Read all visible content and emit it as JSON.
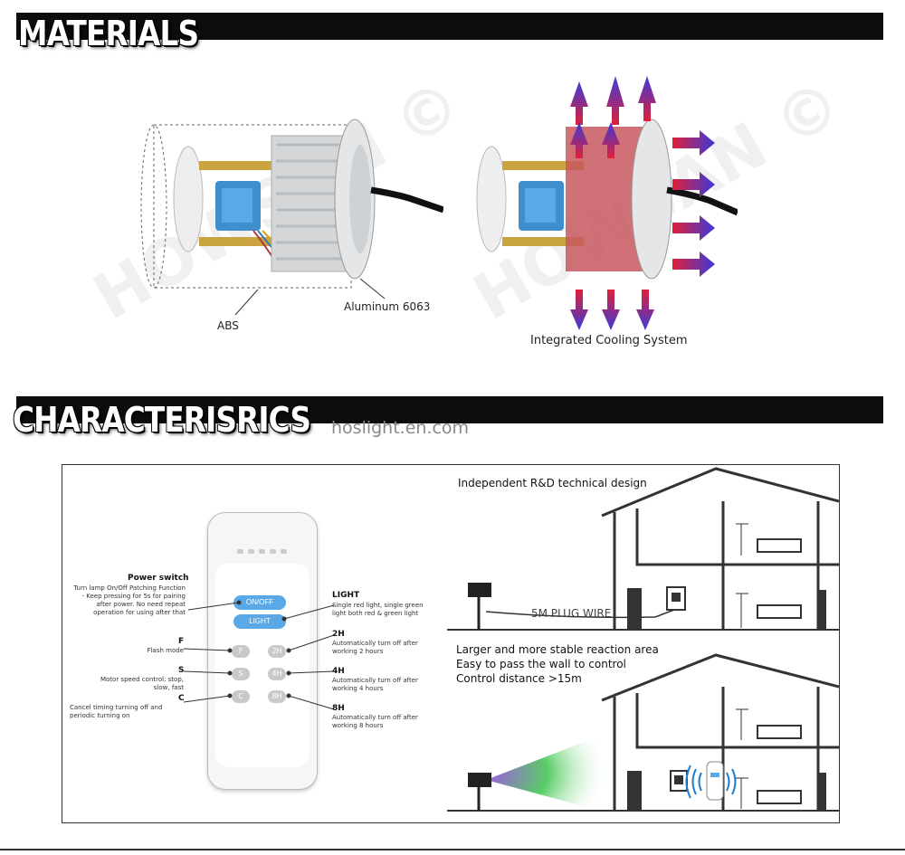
{
  "sections": {
    "materials_title": "MATERIALS",
    "characteristics_title": "CHARACTERISRICS",
    "website": "hoslight.en.com"
  },
  "watermark": {
    "brand": "HOWSAN",
    "symbol": "©"
  },
  "materials": {
    "abs_label": "ABS",
    "aluminum_label": "Aluminum 6063",
    "cooling_label": "Integrated Cooling System"
  },
  "remote": {
    "power_title": "Power switch",
    "power_desc": "Turn lamp On/Off Patching Function - Keep pressing for 5s for pairing after power. No need repeat operation for using after that",
    "onoff_btn": "ON/OFF",
    "light_btn": "LIGHT",
    "f_title": "F",
    "f_desc": "Flash mode",
    "s_title": "S",
    "s_desc": "Motor speed control: stop, slow, fast",
    "c_title": "C",
    "c_desc": "Cancel timing turning off and periodic turning on",
    "light_title": "LIGHT",
    "light_desc": "Single red light, single green light both red & green light",
    "h2_title": "2H",
    "h2_desc": "Automatically turn off after working 2 hours",
    "h4_title": "4H",
    "h4_desc": "Automatically turn off after working 4 hours",
    "h8_title": "8H",
    "h8_desc": "Automatically turn off after working 8 hours",
    "btn_f": "F",
    "btn_s": "S",
    "btn_c": "C",
    "btn_2h": "2H",
    "btn_4h": "4H",
    "btn_8h": "8H"
  },
  "house": {
    "design_caption": "Independent R&D technical design",
    "plug_wire": "5M PLUG WIRE",
    "reaction_line1": "Larger and more stable reaction area",
    "reaction_line2": "Easy to pass the wall to control",
    "reaction_line3": "Control distance >15m"
  },
  "colors": {
    "banner": "#0d0d0d",
    "hot_arrow_top": "#3a3ad8",
    "hot_arrow_bottom": "#e0203a",
    "remote_button_blue": "#5aa9e6"
  }
}
